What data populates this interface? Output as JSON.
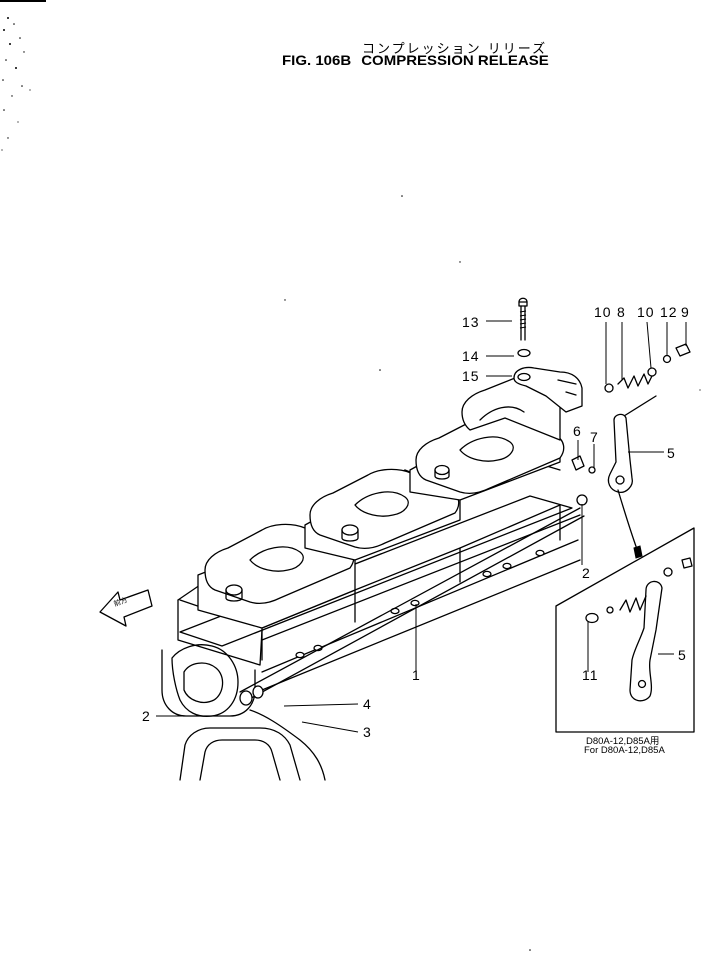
{
  "figure": {
    "title_jp": "コンプレッション リリーズ",
    "fig_label": "FIG. 106B",
    "title_en": "COMPRESSION RELEASE"
  },
  "callouts": [
    "13",
    "14",
    "15",
    "10",
    "8",
    "10",
    "12",
    "9",
    "6",
    "7",
    "5",
    "2",
    "1",
    "4",
    "2",
    "3",
    "5",
    "11"
  ],
  "arrow_label": "前方",
  "inset_note": {
    "line1": "D80A-12,D85A用",
    "line2": "For D80A-12,D85A"
  }
}
